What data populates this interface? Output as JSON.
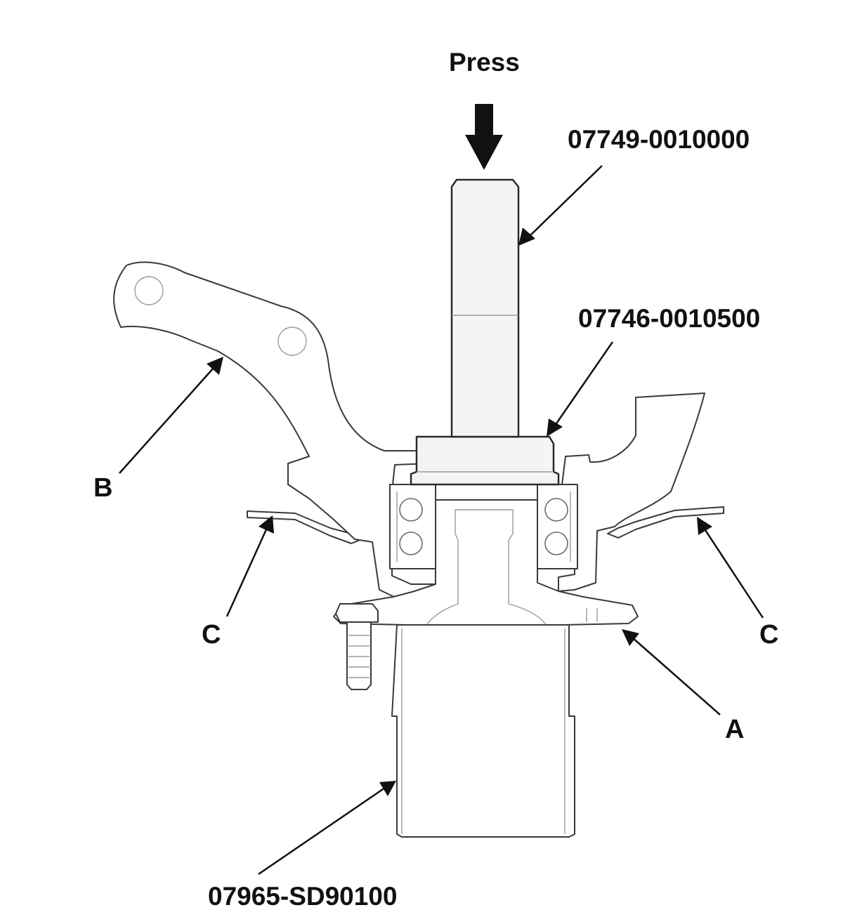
{
  "labels": {
    "press": "Press",
    "tool_driver": "07749-0010000",
    "tool_attachment": "07746-0010500",
    "tool_support": "07965-SD90100",
    "part_b": "B",
    "part_c_left": "C",
    "part_c_right": "C",
    "part_a": "A"
  }
}
